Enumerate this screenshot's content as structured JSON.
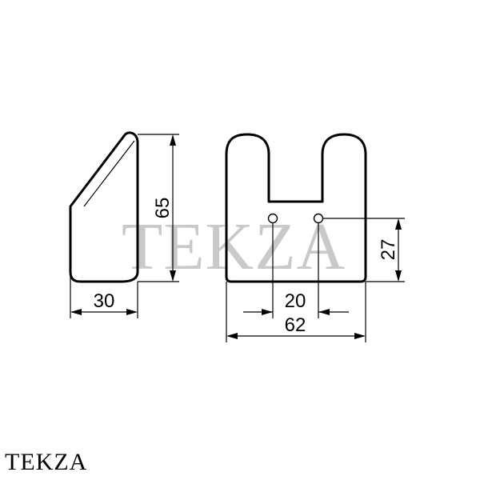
{
  "watermark": {
    "text": "TEKZA"
  },
  "brand": {
    "text": "TEKZA"
  },
  "dimensions": {
    "side_height": "65",
    "side_depth": "30",
    "hole_spacing": "20",
    "width": "62",
    "hole_height": "27"
  },
  "colors": {
    "line": "#000000",
    "watermark": "#c9c9c9",
    "background": "#ffffff"
  }
}
